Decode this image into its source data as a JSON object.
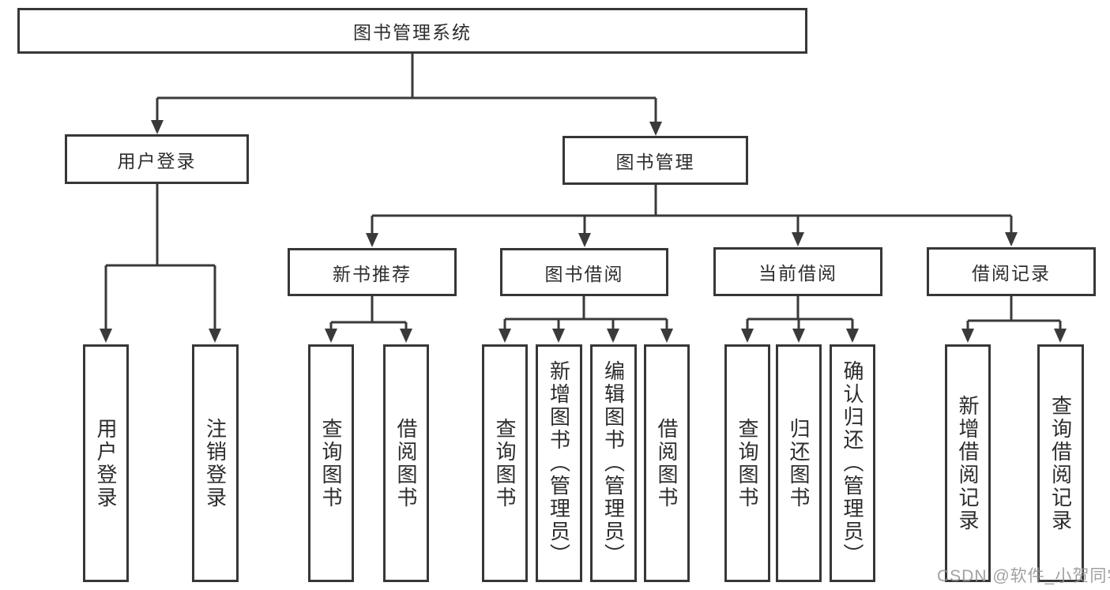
{
  "diagram": {
    "root": "图书管理系统",
    "branches": {
      "user_login": {
        "label": "用户登录",
        "children": [
          "用户登录",
          "注销登录"
        ]
      },
      "book_management": {
        "label": "图书管理",
        "sections": [
          {
            "label": "新书推荐",
            "children": [
              "查询图书",
              "借阅图书"
            ]
          },
          {
            "label": "图书借阅",
            "children": [
              "查询图书",
              "新增图书（管理员）",
              "编辑图书（管理员）",
              "借阅图书"
            ]
          },
          {
            "label": "当前借阅",
            "children": [
              "查询图书",
              "归还图书",
              "确认归还（管理员）"
            ]
          },
          {
            "label": "借阅记录",
            "children": [
              "新增借阅记录",
              "查询借阅记录"
            ]
          }
        ]
      }
    }
  },
  "watermark": "CSDN @软件_小贺同学",
  "colors": {
    "line": "#3a3a3a",
    "border": "#373737",
    "text": "#2d2d2d",
    "watermark": "#949494",
    "background": "#ffffff"
  }
}
